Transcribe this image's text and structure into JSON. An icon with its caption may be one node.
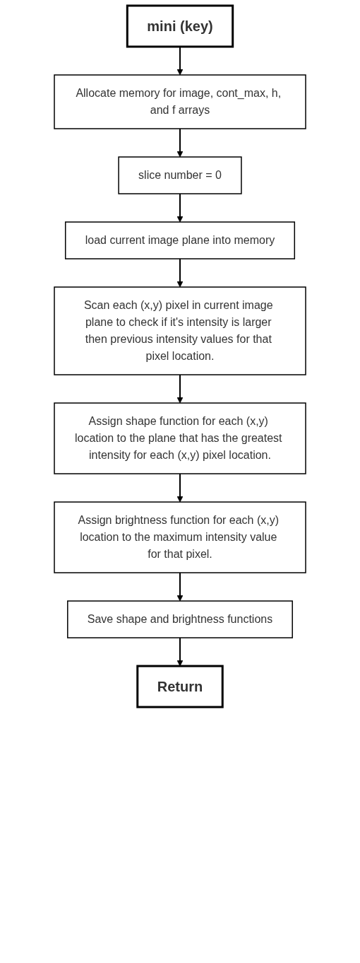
{
  "diagram": {
    "nodes": [
      {
        "text": [
          "mini (key)"
        ]
      },
      {
        "text": [
          "Allocate memory for image, cont_max, h, and f arrays"
        ]
      },
      {
        "text": [
          "slice number = 0"
        ]
      },
      {
        "text": [
          "load current image plane into memory"
        ]
      },
      {
        "text": [
          "Scan each (x,y) pixel in current image plane to check if it's intensity is larger then previous intensity values for that pixel location."
        ]
      },
      {
        "text": [
          "Assign shape function for each (x,y) location to the plane that has the greatest intensity for each (x,y) pixel location."
        ]
      },
      {
        "text": [
          "Assign brightness function for each (x,y) location to the maximum intensity value for that pixel."
        ]
      },
      {
        "text": [
          "Save shape and brightness functions"
        ]
      },
      {
        "text": [
          "Return"
        ]
      }
    ],
    "edges": [
      {
        "from": 0,
        "to": 1,
        "arrow": "to"
      },
      {
        "from": 1,
        "to": 2,
        "arrow": "to"
      },
      {
        "from": 2,
        "to": 3,
        "arrow": "to"
      },
      {
        "from": 3,
        "to": 4,
        "arrow": "to"
      },
      {
        "from": 4,
        "to": 5,
        "arrow": "to"
      },
      {
        "from": 5,
        "to": 6,
        "arrow": "to"
      },
      {
        "from": 6,
        "to": 7,
        "arrow": "to"
      },
      {
        "from": 7,
        "to": 8,
        "arrow": "to"
      }
    ]
  }
}
